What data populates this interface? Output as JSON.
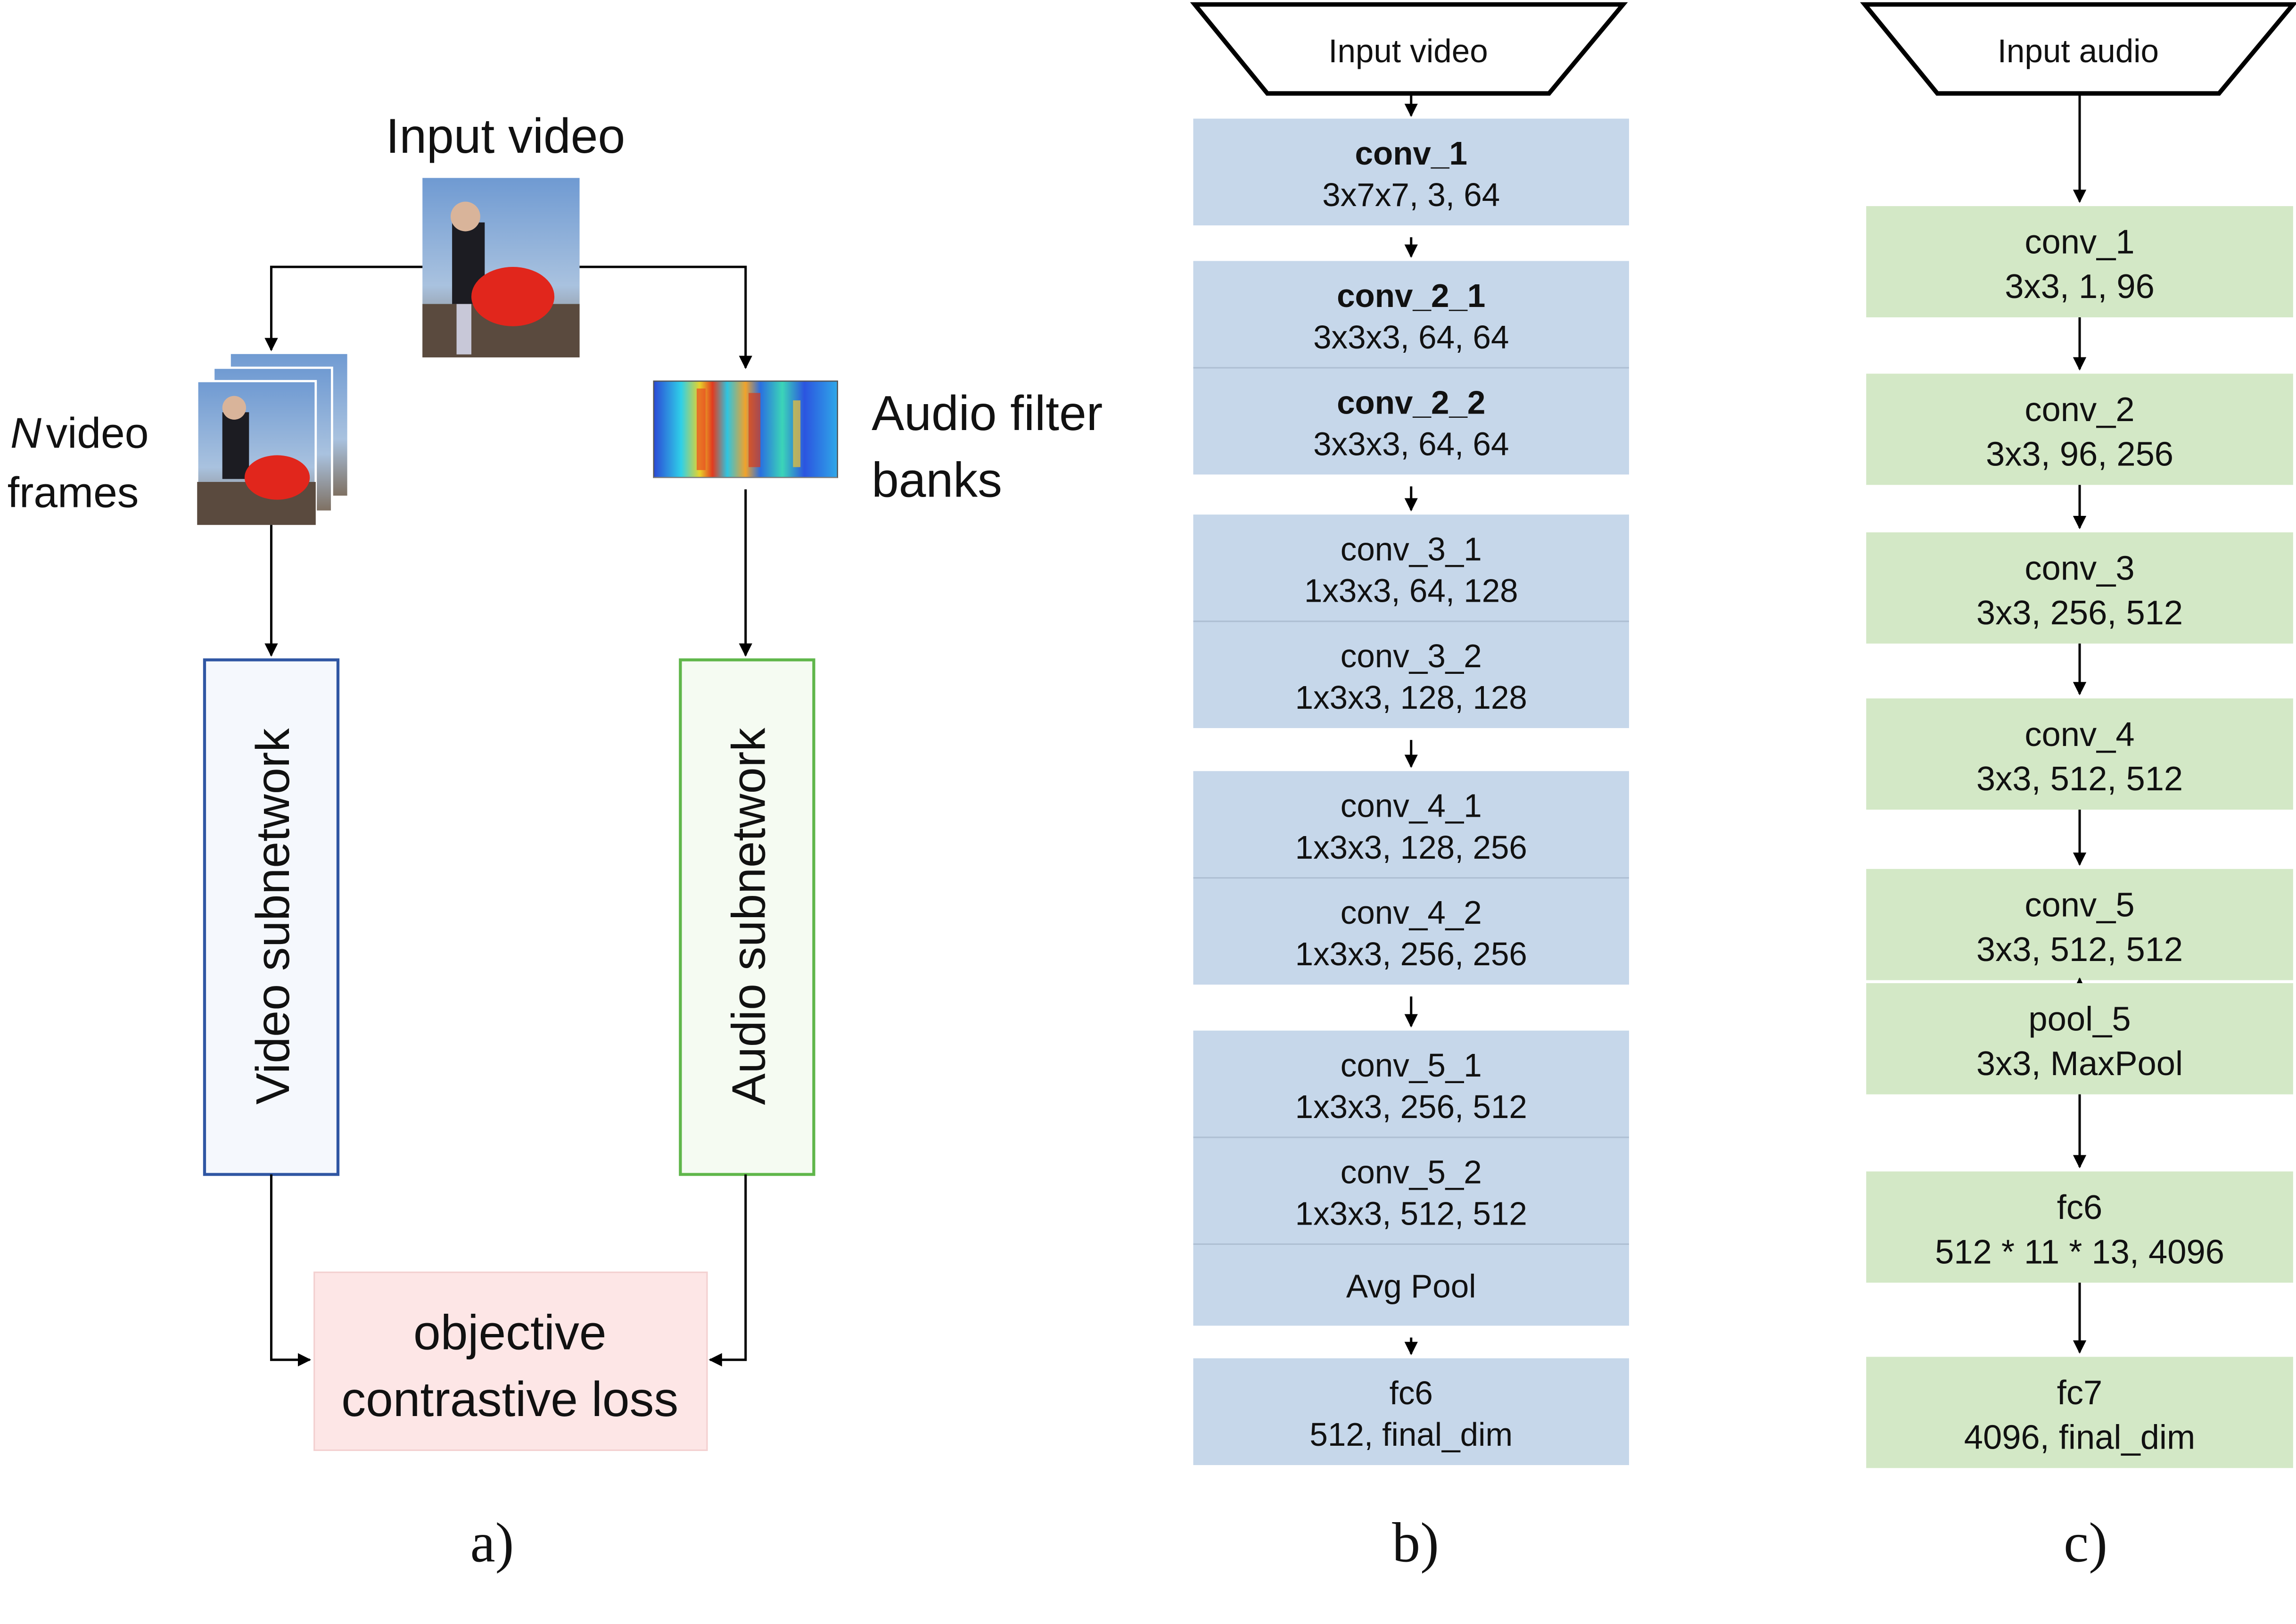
{
  "panel_a": {
    "input_video_label": "Input video",
    "frames_label_n": "N",
    "frames_label_line1": " video",
    "frames_label_line2": "frames",
    "filterbanks_line1": "Audio filter",
    "filterbanks_line2": "banks",
    "video_subnetwork": "Video subnetwork",
    "audio_subnetwork": "Audio subnetwork",
    "loss_line1": "objective",
    "loss_line2": "contrastive loss",
    "caption": "a)"
  },
  "panel_b": {
    "input_label": "Input video",
    "caption": "b)",
    "layers": [
      {
        "name": "conv_1",
        "params": "3x7x7, 3, 64",
        "bold": true
      },
      {
        "name": "conv_2_1",
        "params": "3x3x3, 64, 64",
        "bold": true
      },
      {
        "name": "conv_2_2",
        "params": "3x3x3, 64, 64",
        "bold": true
      },
      {
        "name": "conv_3_1",
        "params": "1x3x3, 64, 128",
        "bold": false
      },
      {
        "name": "conv_3_2",
        "params": "1x3x3, 128, 128",
        "bold": false
      },
      {
        "name": "conv_4_1",
        "params": "1x3x3, 128, 256",
        "bold": false
      },
      {
        "name": "conv_4_2",
        "params": "1x3x3, 256, 256",
        "bold": false
      },
      {
        "name": "conv_5_1",
        "params": "1x3x3, 256, 512",
        "bold": false
      },
      {
        "name": "conv_5_2",
        "params": "1x3x3, 512, 512",
        "bold": false
      },
      {
        "name": "Avg Pool",
        "params": "",
        "bold": false
      },
      {
        "name": "fc6",
        "params": "512, final_dim",
        "bold": false
      }
    ]
  },
  "panel_c": {
    "input_label": "Input audio",
    "caption": "c)",
    "layers": [
      {
        "name": "conv_1",
        "params": "3x3, 1, 96"
      },
      {
        "name": "conv_2",
        "params": "3x3, 96, 256"
      },
      {
        "name": "conv_3",
        "params": "3x3, 256, 512"
      },
      {
        "name": "conv_4",
        "params": "3x3, 512, 512"
      },
      {
        "name": "conv_5",
        "params": "3x3, 512, 512"
      },
      {
        "name": "pool_5",
        "params": "3x3, MaxPool"
      },
      {
        "name": "fc6",
        "params": "512 * 11 * 13, 4096"
      },
      {
        "name": "fc7",
        "params": "4096, final_dim"
      }
    ]
  }
}
